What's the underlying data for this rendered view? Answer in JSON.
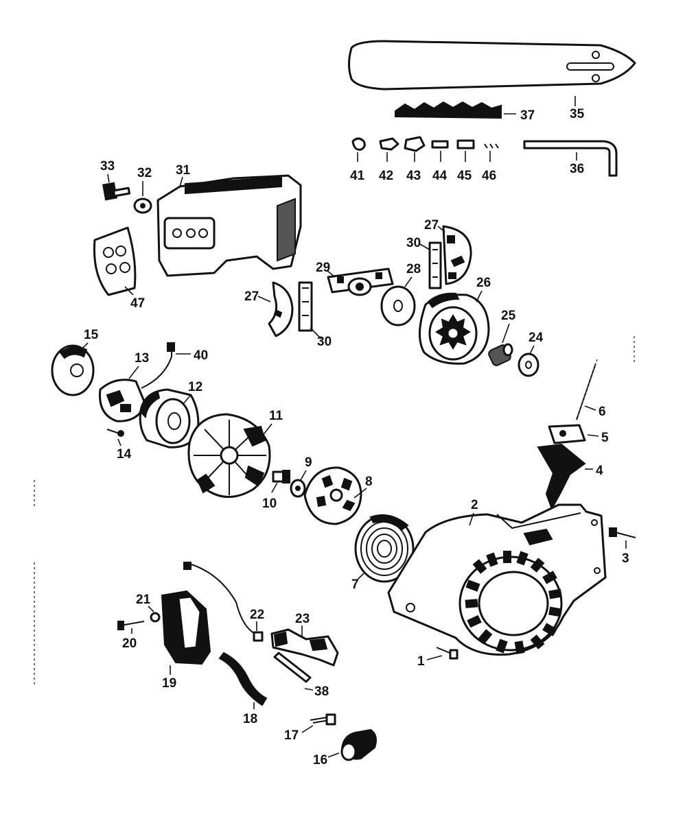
{
  "callouts": {
    "p1": "1",
    "p2": "2",
    "p3": "3",
    "p4": "4",
    "p5": "5",
    "p6": "6",
    "p7": "7",
    "p8": "8",
    "p9": "9",
    "p10": "10",
    "p11": "11",
    "p12": "12",
    "p13": "13",
    "p14": "14",
    "p15": "15",
    "p16": "16",
    "p17": "17",
    "p18": "18",
    "p19": "19",
    "p20": "20",
    "p21": "21",
    "p22": "22",
    "p23": "23",
    "p24": "24",
    "p25": "25",
    "p26": "26",
    "p27a": "27",
    "p27b": "27",
    "p28": "28",
    "p29": "29",
    "p30a": "30",
    "p30b": "30",
    "p31": "31",
    "p32": "32",
    "p33": "33",
    "p35": "35",
    "p36": "36",
    "p37": "37",
    "p38": "38",
    "p40": "40",
    "p41": "41",
    "p42": "42",
    "p43": "43",
    "p44": "44",
    "p45": "45",
    "p46": "46",
    "p47": "47"
  }
}
